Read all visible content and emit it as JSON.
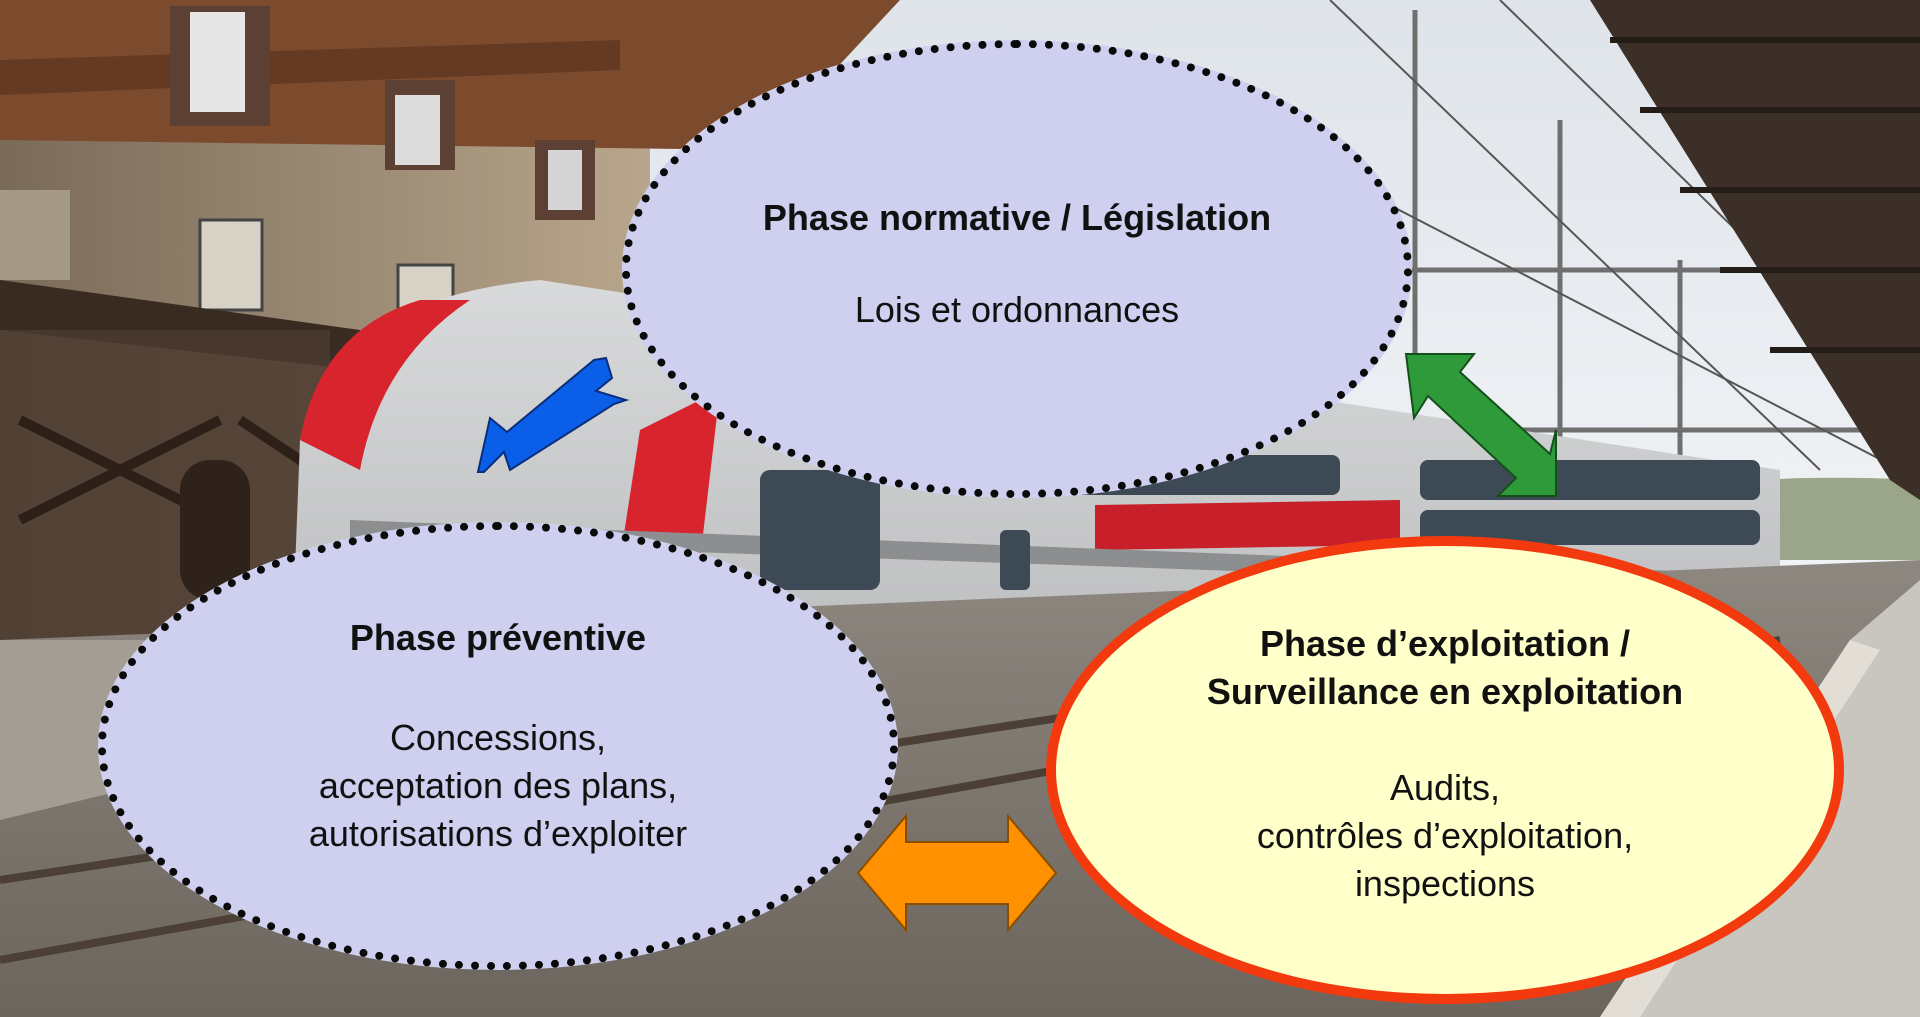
{
  "phases": {
    "normative": {
      "title": "Phase normative / Législation",
      "body": "Lois et ordonnances"
    },
    "preventive": {
      "title": "Phase préventive",
      "body": "Concessions,\nacceptation des plans,\nautorisations d’exploiter"
    },
    "operation": {
      "title": "Phase d’exploitation /\nSurveillance en exploitation",
      "body": "Audits,\ncontrôles d’exploitation,\ninspections"
    }
  },
  "colors": {
    "bubble_fill": "#cfcff0",
    "bubble_highlight_fill": "#ffffc9",
    "highlight_border": "#f23a0e",
    "arrow_normative_preventive": "#0a5ee8",
    "arrow_normative_operation": "#2e9a3a",
    "arrow_preventive_operation": "#ff9000"
  },
  "icons": [
    "double-arrow-icon"
  ]
}
